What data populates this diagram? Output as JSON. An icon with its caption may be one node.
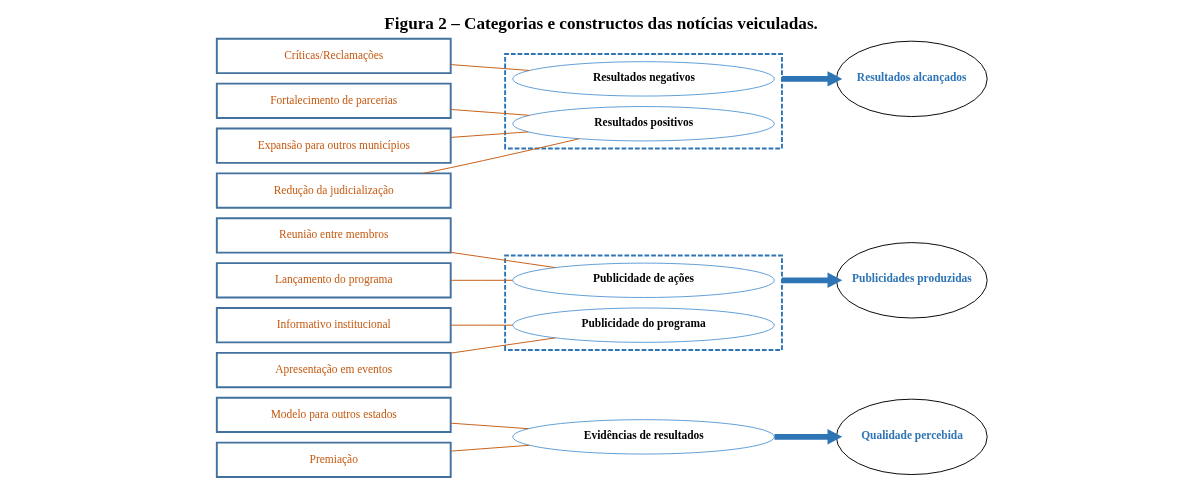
{
  "diagram": {
    "title": "Figura 2 – Categorias e constructos das notícias veiculadas.",
    "nodes": [
      {
        "text": [
          "Modelo para outros estados"
        ]
      },
      {
        "text": [
          "Premiação"
        ]
      },
      {
        "text": [
          "Evidências de resultados"
        ]
      },
      {
        "text": [
          "Qualidade percebida"
        ]
      },
      {
        "text": [
          "Reunião entre membros"
        ]
      },
      {
        "text": [
          "Lançamento do programa"
        ]
      },
      {
        "text": [],
        "shape": "box"
      },
      {
        "text": [
          "Publicidade de ações"
        ],
        "in": 6
      },
      {
        "text": [
          "Informativo institucional"
        ]
      },
      {
        "text": [
          "Apresentação em eventos"
        ]
      },
      {
        "text": [
          "Publicidade do programa"
        ],
        "in": 6
      },
      {
        "text": [
          "Publicidades produzidas"
        ]
      },
      {
        "text": [
          "Críticas/Reclamações"
        ]
      },
      {
        "text": [],
        "shape": "box"
      },
      {
        "text": [
          "Resultados negativos"
        ],
        "in": 13
      },
      {
        "text": [
          "Fortalecimento de parcerias"
        ]
      },
      {
        "text": [
          "Expansão para outros municípios"
        ]
      },
      {
        "text": [
          "Redução da judicialização"
        ]
      },
      {
        "text": [
          "Resultados positivos"
        ],
        "in": 13
      },
      {
        "text": [
          "Resultados alcançados"
        ]
      }
    ],
    "edges": [
      {
        "from": 0,
        "to": 2,
        "arrow": "none"
      },
      {
        "from": 1,
        "to": 2,
        "arrow": "none"
      },
      {
        "from": 2,
        "to": 3,
        "arrow": "to",
        "style": "thick",
        "color": "#2e75b6"
      },
      {
        "from": 4,
        "to": 7,
        "arrow": "none"
      },
      {
        "from": 5,
        "to": 7,
        "arrow": "none"
      },
      {
        "from": 8,
        "to": 10,
        "arrow": "none"
      },
      {
        "from": 9,
        "to": 10,
        "arrow": "none"
      },
      {
        "from": 6,
        "to": 11,
        "arrow": "to",
        "style": "thick",
        "color": "#2e75b6"
      },
      {
        "from": 12,
        "to": 14,
        "arrow": "none"
      },
      {
        "from": 15,
        "to": 18,
        "arrow": "none"
      },
      {
        "from": 16,
        "to": 18,
        "arrow": "none"
      },
      {
        "from": 17,
        "to": 18,
        "arrow": "none"
      },
      {
        "from": 13,
        "to": 19,
        "arrow": "to",
        "style": "thick",
        "color": "#2e75b6"
      }
    ]
  }
}
